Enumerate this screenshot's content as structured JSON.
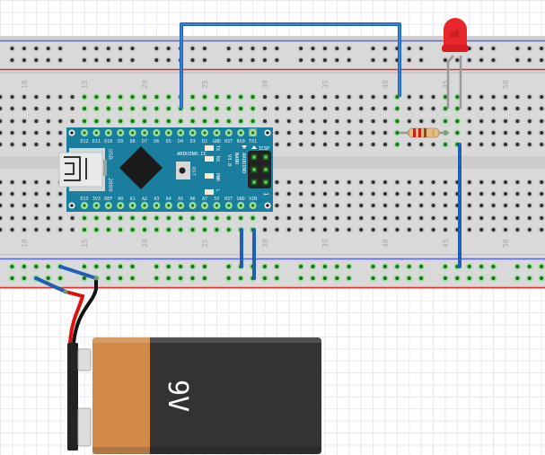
{
  "app": "Fritzing breadboard view",
  "breadboard": {
    "column_labels": [
      "10",
      "15",
      "20",
      "25",
      "30",
      "35",
      "40",
      "45",
      "50"
    ],
    "first_label_column": 10,
    "label_step": 5,
    "colors": {
      "body": "#d9d9d9",
      "rail_blue": "#4a55e8",
      "rail_red": "#e03030",
      "hole": "#2e2e2e",
      "hole_connected": "#6fd46f"
    }
  },
  "arduino": {
    "name": "Arduino Nano",
    "brand_text": "ARDUINO.CC",
    "model_text": [
      "ARDUINO",
      "NANO",
      "V3.0"
    ],
    "usb_label": "USB",
    "year_label": "2009",
    "icsp_label": "ICSP",
    "rst_label": "RST",
    "pin1_label": "1",
    "top_pins": [
      "D12",
      "D11",
      "D10",
      "D9",
      "D8",
      "D7",
      "D6",
      "D5",
      "D4",
      "D3",
      "D2",
      "GND",
      "RST",
      "RX0",
      "TX1"
    ],
    "bottom_pins": [
      "D13",
      "3V3",
      "REF",
      "A0",
      "A1",
      "A2",
      "A3",
      "A4",
      "A5",
      "A6",
      "A7",
      "5V",
      "RST",
      "GND",
      "VIN"
    ],
    "leds": [
      "TX",
      "RX",
      "PWR",
      "L"
    ],
    "color": "#1a7e9e"
  },
  "led": {
    "color": "red",
    "hex": "#e8272d"
  },
  "resistor": {
    "bands": [
      "#c8201c",
      "#c8201c",
      "#8a4a1a",
      "#d4b060"
    ]
  },
  "battery": {
    "label": "9V",
    "voltage": 9
  },
  "wires": [
    {
      "name": "jumper-d4-to-col41",
      "color": "#2c6ec8"
    },
    {
      "name": "jumper-gnd-to-rail",
      "color": "#2c6ec8"
    },
    {
      "name": "jumper-vin-to-rail",
      "color": "#2c6ec8"
    },
    {
      "name": "jumper-led-cathode-to-rail",
      "color": "#2c6ec8"
    },
    {
      "name": "jumper-battery-plus",
      "color": "#2c6ec8"
    },
    {
      "name": "jumper-battery-minus",
      "color": "#2c6ec8"
    }
  ]
}
